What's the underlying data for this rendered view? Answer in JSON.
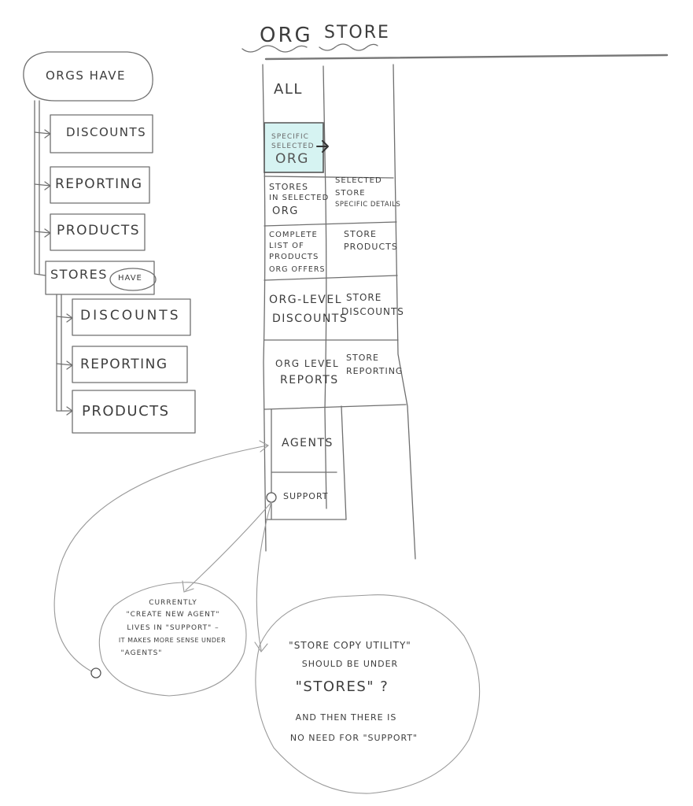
{
  "header": {
    "org_label": "ORG",
    "store_label": "STORE"
  },
  "tree": {
    "root": "ORGS HAVE",
    "org_items": [
      "DISCOUNTS",
      "REPORTING",
      "PRODUCTS"
    ],
    "stores_label": "STORES",
    "have_label": "HAVE",
    "store_items": [
      "DISCOUNTS",
      "REPORTING",
      "PRODUCTS"
    ]
  },
  "org_column": {
    "all": "ALL",
    "specific_line1": "SPECIFIC",
    "specific_line2": "SELECTED",
    "specific_line3": "ORG",
    "stores_line1": "STORES",
    "stores_line2": "IN SELECTED",
    "stores_line3": "ORG",
    "products_line1": "COMPLETE",
    "products_line2": "LIST OF",
    "products_line3": "PRODUCTS",
    "products_line4": "ORG OFFERS",
    "discounts_line1": "ORG-LEVEL",
    "discounts_line2": "DISCOUNTS",
    "reports_line1": "ORG LEVEL",
    "reports_line2": "REPORTS",
    "agents": "AGENTS",
    "support": "SUPPORT"
  },
  "store_column": {
    "details_line1": "SELECTED",
    "details_line2": "STORE",
    "details_line3": "SPECIFIC DETAILS",
    "products_line1": "STORE",
    "products_line2": "PRODUCTS",
    "discounts_line1": "STORE",
    "discounts_line2": "DISCOUNTS",
    "reporting_line1": "STORE",
    "reporting_line2": "REPORTING"
  },
  "notes": {
    "agent_note_line1": "CURRENTLY",
    "agent_note_line2": "\"CREATE NEW AGENT\"",
    "agent_note_line3": "LIVES IN \"SUPPORT\" –",
    "agent_note_line4": "IT MAKES MORE SENSE UNDER",
    "agent_note_line5": "\"AGENTS\"",
    "store_note_line1": "\"STORE COPY UTILITY\"",
    "store_note_line2": "SHOULD BE UNDER",
    "store_note_line3": "\"STORES\" ?",
    "store_note_line4": "AND THEN THERE IS",
    "store_note_line5": "NO NEED FOR \"SUPPORT\""
  },
  "colors": {
    "highlight": "#d6f3f2",
    "pencil": "#6f6f6f"
  }
}
